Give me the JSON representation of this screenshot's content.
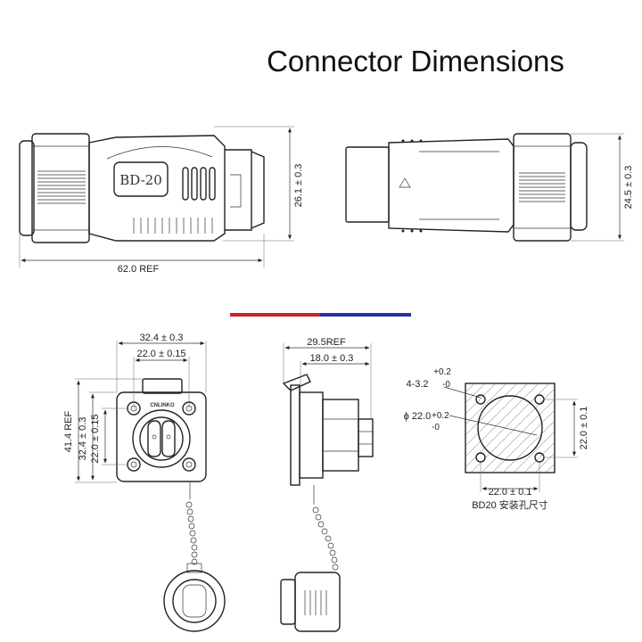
{
  "title": "Connector Dimensions",
  "colors": {
    "bar_left": "#cc2222",
    "bar_right": "#2233aa",
    "line": "#222222"
  },
  "plug_side_view": {
    "brand_label": "BD-20",
    "height_dim": "26.1 ± 0.3",
    "length_dim": "62.0 REF"
  },
  "socket_side_view": {
    "height_dim": "24.5 ± 0.3"
  },
  "panel_front_view": {
    "flange_width": "32.4 ± 0.3",
    "hole_spacing_h": "22.0 ± 0.15",
    "overall_height": "41.4 REF",
    "flange_height": "32.4 ± 0.3",
    "hole_spacing_v": "22.0 ± 0.15",
    "logo_text": "CNLINKO"
  },
  "panel_side_view": {
    "depth_ref": "29.5REF",
    "depth": "18.0 ± 0.3"
  },
  "mounting_hole": {
    "hole_tol_upper": "+0.2",
    "hole_spec": "4-3.2",
    "hole_tol_lower": "-0",
    "bore_spec": "ϕ 22.0",
    "bore_tol_upper": "+0.2",
    "bore_tol_lower": "-0",
    "width_dim": "22.0 ± 0.1",
    "height_dim": "22.0 ± 0.1",
    "caption": "BD20 安装孔尺寸"
  }
}
